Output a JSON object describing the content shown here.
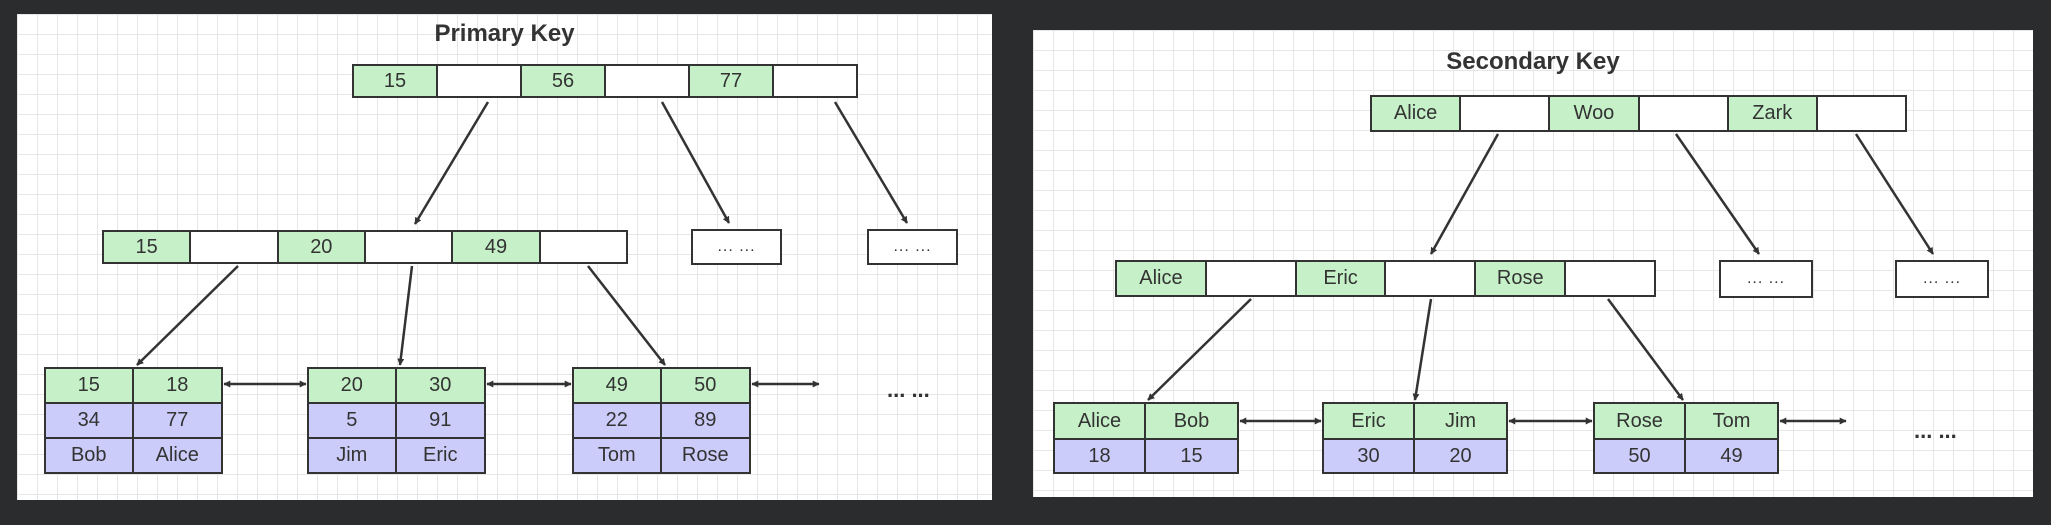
{
  "primary": {
    "title": "Primary Key",
    "root": [
      "15",
      "",
      "56",
      "",
      "77",
      ""
    ],
    "level2": [
      "15",
      "",
      "20",
      "",
      "49",
      ""
    ],
    "stubs": [
      "... ...",
      "... ..."
    ],
    "leaves": [
      {
        "keys": [
          "15",
          "18"
        ],
        "ids": [
          "34",
          "77"
        ],
        "names": [
          "Bob",
          "Alice"
        ]
      },
      {
        "keys": [
          "20",
          "30"
        ],
        "ids": [
          "5",
          "91"
        ],
        "names": [
          "Jim",
          "Eric"
        ]
      },
      {
        "keys": [
          "49",
          "50"
        ],
        "ids": [
          "22",
          "89"
        ],
        "names": [
          "Tom",
          "Rose"
        ]
      }
    ],
    "more": "... ..."
  },
  "secondary": {
    "title": "Secondary Key",
    "root": [
      "Alice",
      "",
      "Woo",
      "",
      "Zark",
      ""
    ],
    "level2": [
      "Alice",
      "",
      "Eric",
      "",
      "Rose",
      ""
    ],
    "stubs": [
      "... ...",
      "... ..."
    ],
    "leaves": [
      {
        "names": [
          "Alice",
          "Bob"
        ],
        "keys": [
          "18",
          "15"
        ]
      },
      {
        "names": [
          "Eric",
          "Jim"
        ],
        "keys": [
          "30",
          "20"
        ]
      },
      {
        "names": [
          "Rose",
          "Tom"
        ],
        "keys": [
          "50",
          "49"
        ]
      }
    ],
    "more": "... ..."
  },
  "colors": {
    "background": "#2b2c2d",
    "key_cell": "#c6f1c8",
    "value_cell": "#ccccfb",
    "border": "#333333"
  }
}
